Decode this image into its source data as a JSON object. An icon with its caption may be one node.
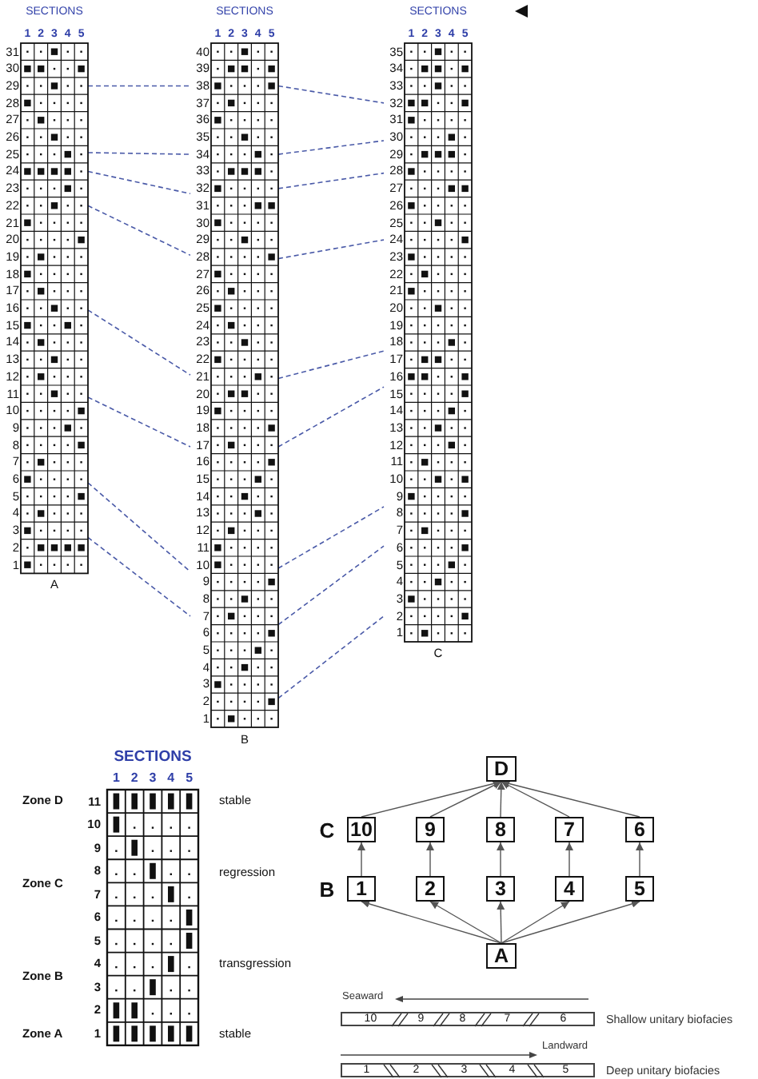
{
  "diagram": {
    "nodes": [
      {
        "text": [
          "SECTIONS"
        ],
        "beside": [
          "A"
        ]
      },
      {
        "text": [
          "SECTIONS"
        ],
        "beside": [
          "B"
        ]
      },
      {
        "text": [
          "SECTIONS"
        ],
        "beside": [
          "C"
        ]
      },
      {
        "text": [
          "SECTIONS"
        ]
      },
      {
        "text": [
          "D"
        ]
      },
      {
        "text": [
          "10"
        ]
      },
      {
        "text": [
          "9"
        ]
      },
      {
        "text": [
          "8"
        ]
      },
      {
        "text": [
          "7"
        ]
      },
      {
        "text": [
          "6"
        ]
      },
      {
        "text": [
          "1"
        ]
      },
      {
        "text": [
          "2"
        ]
      },
      {
        "text": [
          "3"
        ]
      },
      {
        "text": [
          "4"
        ]
      },
      {
        "text": [
          "5"
        ]
      },
      {
        "text": [
          "A"
        ]
      },
      {
        "text": [],
        "shape": "bar",
        "beside": [
          "Shallow unitary biofacies"
        ]
      },
      {
        "text": [
          "10"
        ],
        "in": 16
      },
      {
        "text": [
          "9"
        ],
        "in": 16
      },
      {
        "text": [
          "8"
        ],
        "in": 16
      },
      {
        "text": [
          "7"
        ],
        "in": 16
      },
      {
        "text": [
          "6"
        ],
        "in": 16
      },
      {
        "text": [],
        "shape": "bar",
        "beside": [
          "Deep unitary biofacies"
        ]
      },
      {
        "text": [
          "1"
        ],
        "in": 22
      },
      {
        "text": [
          "2"
        ],
        "in": 22
      },
      {
        "text": [
          "3"
        ],
        "in": 22
      },
      {
        "text": [
          "4"
        ],
        "in": 22
      },
      {
        "text": [
          "5"
        ],
        "in": 22
      }
    ],
    "edges": [
      {
        "from": 0,
        "to": 1,
        "arrow": "none",
        "style": "dashed",
        "color": "#4a5aa8"
      },
      {
        "from": 0,
        "to": 1,
        "arrow": "none",
        "style": "dashed",
        "color": "#4a5aa8"
      },
      {
        "from": 0,
        "to": 1,
        "arrow": "none",
        "style": "dashed",
        "color": "#4a5aa8"
      },
      {
        "from": 0,
        "to": 1,
        "arrow": "none",
        "style": "dashed",
        "color": "#4a5aa8"
      },
      {
        "from": 0,
        "to": 1,
        "arrow": "none",
        "style": "dashed",
        "color": "#4a5aa8"
      },
      {
        "from": 0,
        "to": 1,
        "arrow": "none",
        "style": "dashed",
        "color": "#4a5aa8"
      },
      {
        "from": 0,
        "to": 1,
        "arrow": "none",
        "style": "dashed",
        "color": "#4a5aa8"
      },
      {
        "from": 0,
        "to": 1,
        "arrow": "none",
        "style": "dashed",
        "color": "#4a5aa8"
      },
      {
        "from": 1,
        "to": 2,
        "arrow": "none",
        "style": "dashed",
        "color": "#4a5aa8"
      },
      {
        "from": 1,
        "to": 2,
        "arrow": "none",
        "style": "dashed",
        "color": "#4a5aa8"
      },
      {
        "from": 1,
        "to": 2,
        "arrow": "none",
        "style": "dashed",
        "color": "#4a5aa8"
      },
      {
        "from": 1,
        "to": 2,
        "arrow": "none",
        "style": "dashed",
        "color": "#4a5aa8"
      },
      {
        "from": 1,
        "to": 2,
        "arrow": "none",
        "style": "dashed",
        "color": "#4a5aa8"
      },
      {
        "from": 1,
        "to": 2,
        "arrow": "none",
        "style": "dashed",
        "color": "#4a5aa8"
      },
      {
        "from": 1,
        "to": 2,
        "arrow": "none",
        "style": "dashed",
        "color": "#4a5aa8"
      },
      {
        "from": 1,
        "to": 2,
        "arrow": "none",
        "style": "dashed",
        "color": "#4a5aa8"
      },
      {
        "from": 1,
        "to": 2,
        "arrow": "none",
        "style": "dashed",
        "color": "#4a5aa8"
      },
      {
        "from": 15,
        "to": 10,
        "arrow": "to"
      },
      {
        "from": 15,
        "to": 11,
        "arrow": "to"
      },
      {
        "from": 15,
        "to": 12,
        "arrow": "to"
      },
      {
        "from": 15,
        "to": 13,
        "arrow": "to"
      },
      {
        "from": 15,
        "to": 14,
        "arrow": "to"
      },
      {
        "from": 10,
        "to": 5,
        "arrow": "to"
      },
      {
        "from": 11,
        "to": 6,
        "arrow": "to"
      },
      {
        "from": 12,
        "to": 7,
        "arrow": "to"
      },
      {
        "from": 13,
        "to": 8,
        "arrow": "to"
      },
      {
        "from": 14,
        "to": 9,
        "arrow": "to"
      },
      {
        "from": 5,
        "to": 4,
        "arrow": "to"
      },
      {
        "from": 6,
        "to": 4,
        "arrow": "to"
      },
      {
        "from": 7,
        "to": 4,
        "arrow": "to"
      },
      {
        "from": 8,
        "to": 4,
        "arrow": "to"
      },
      {
        "from": 9,
        "to": 4,
        "arrow": "to"
      }
    ],
    "labels": [
      "1",
      "2",
      "3",
      "4",
      "5",
      "31",
      "30",
      "29",
      "28",
      "27",
      "26",
      "25",
      "24",
      "23",
      "22",
      "21",
      "20",
      "19",
      "18",
      "17",
      "16",
      "15",
      "14",
      "13",
      "12",
      "11",
      "10",
      "9",
      "8",
      "7",
      "6",
      "5",
      "4",
      "3",
      "2",
      "1",
      "1",
      "2",
      "3",
      "4",
      "5",
      "40",
      "39",
      "38",
      "37",
      "36",
      "35",
      "34",
      "33",
      "32",
      "31",
      "30",
      "29",
      "28",
      "27",
      "26",
      "25",
      "24",
      "23",
      "22",
      "21",
      "20",
      "19",
      "18",
      "17",
      "16",
      "15",
      "14",
      "13",
      "12",
      "11",
      "10",
      "9",
      "8",
      "7",
      "6",
      "5",
      "4",
      "3",
      "2",
      "1",
      "1",
      "2",
      "3",
      "4",
      "5",
      "35",
      "34",
      "33",
      "32",
      "31",
      "30",
      "29",
      "28",
      "27",
      "26",
      "25",
      "24",
      "23",
      "22",
      "21",
      "20",
      "19",
      "18",
      "17",
      "16",
      "15",
      "14",
      "13",
      "12",
      "11",
      "10",
      "9",
      "8",
      "7",
      "6",
      "5",
      "4",
      "3",
      "2",
      "1",
      "1",
      "2",
      "3",
      "4",
      "5",
      "11",
      "10",
      "9",
      "8",
      "7",
      "6",
      "5",
      "4",
      "3",
      "2",
      "1",
      "Zone D",
      "Zone C",
      "Zone B",
      "Zone A",
      "stable",
      "regression",
      "transgression",
      "stable",
      "C",
      "B",
      "Seaward",
      "Landward"
    ]
  }
}
